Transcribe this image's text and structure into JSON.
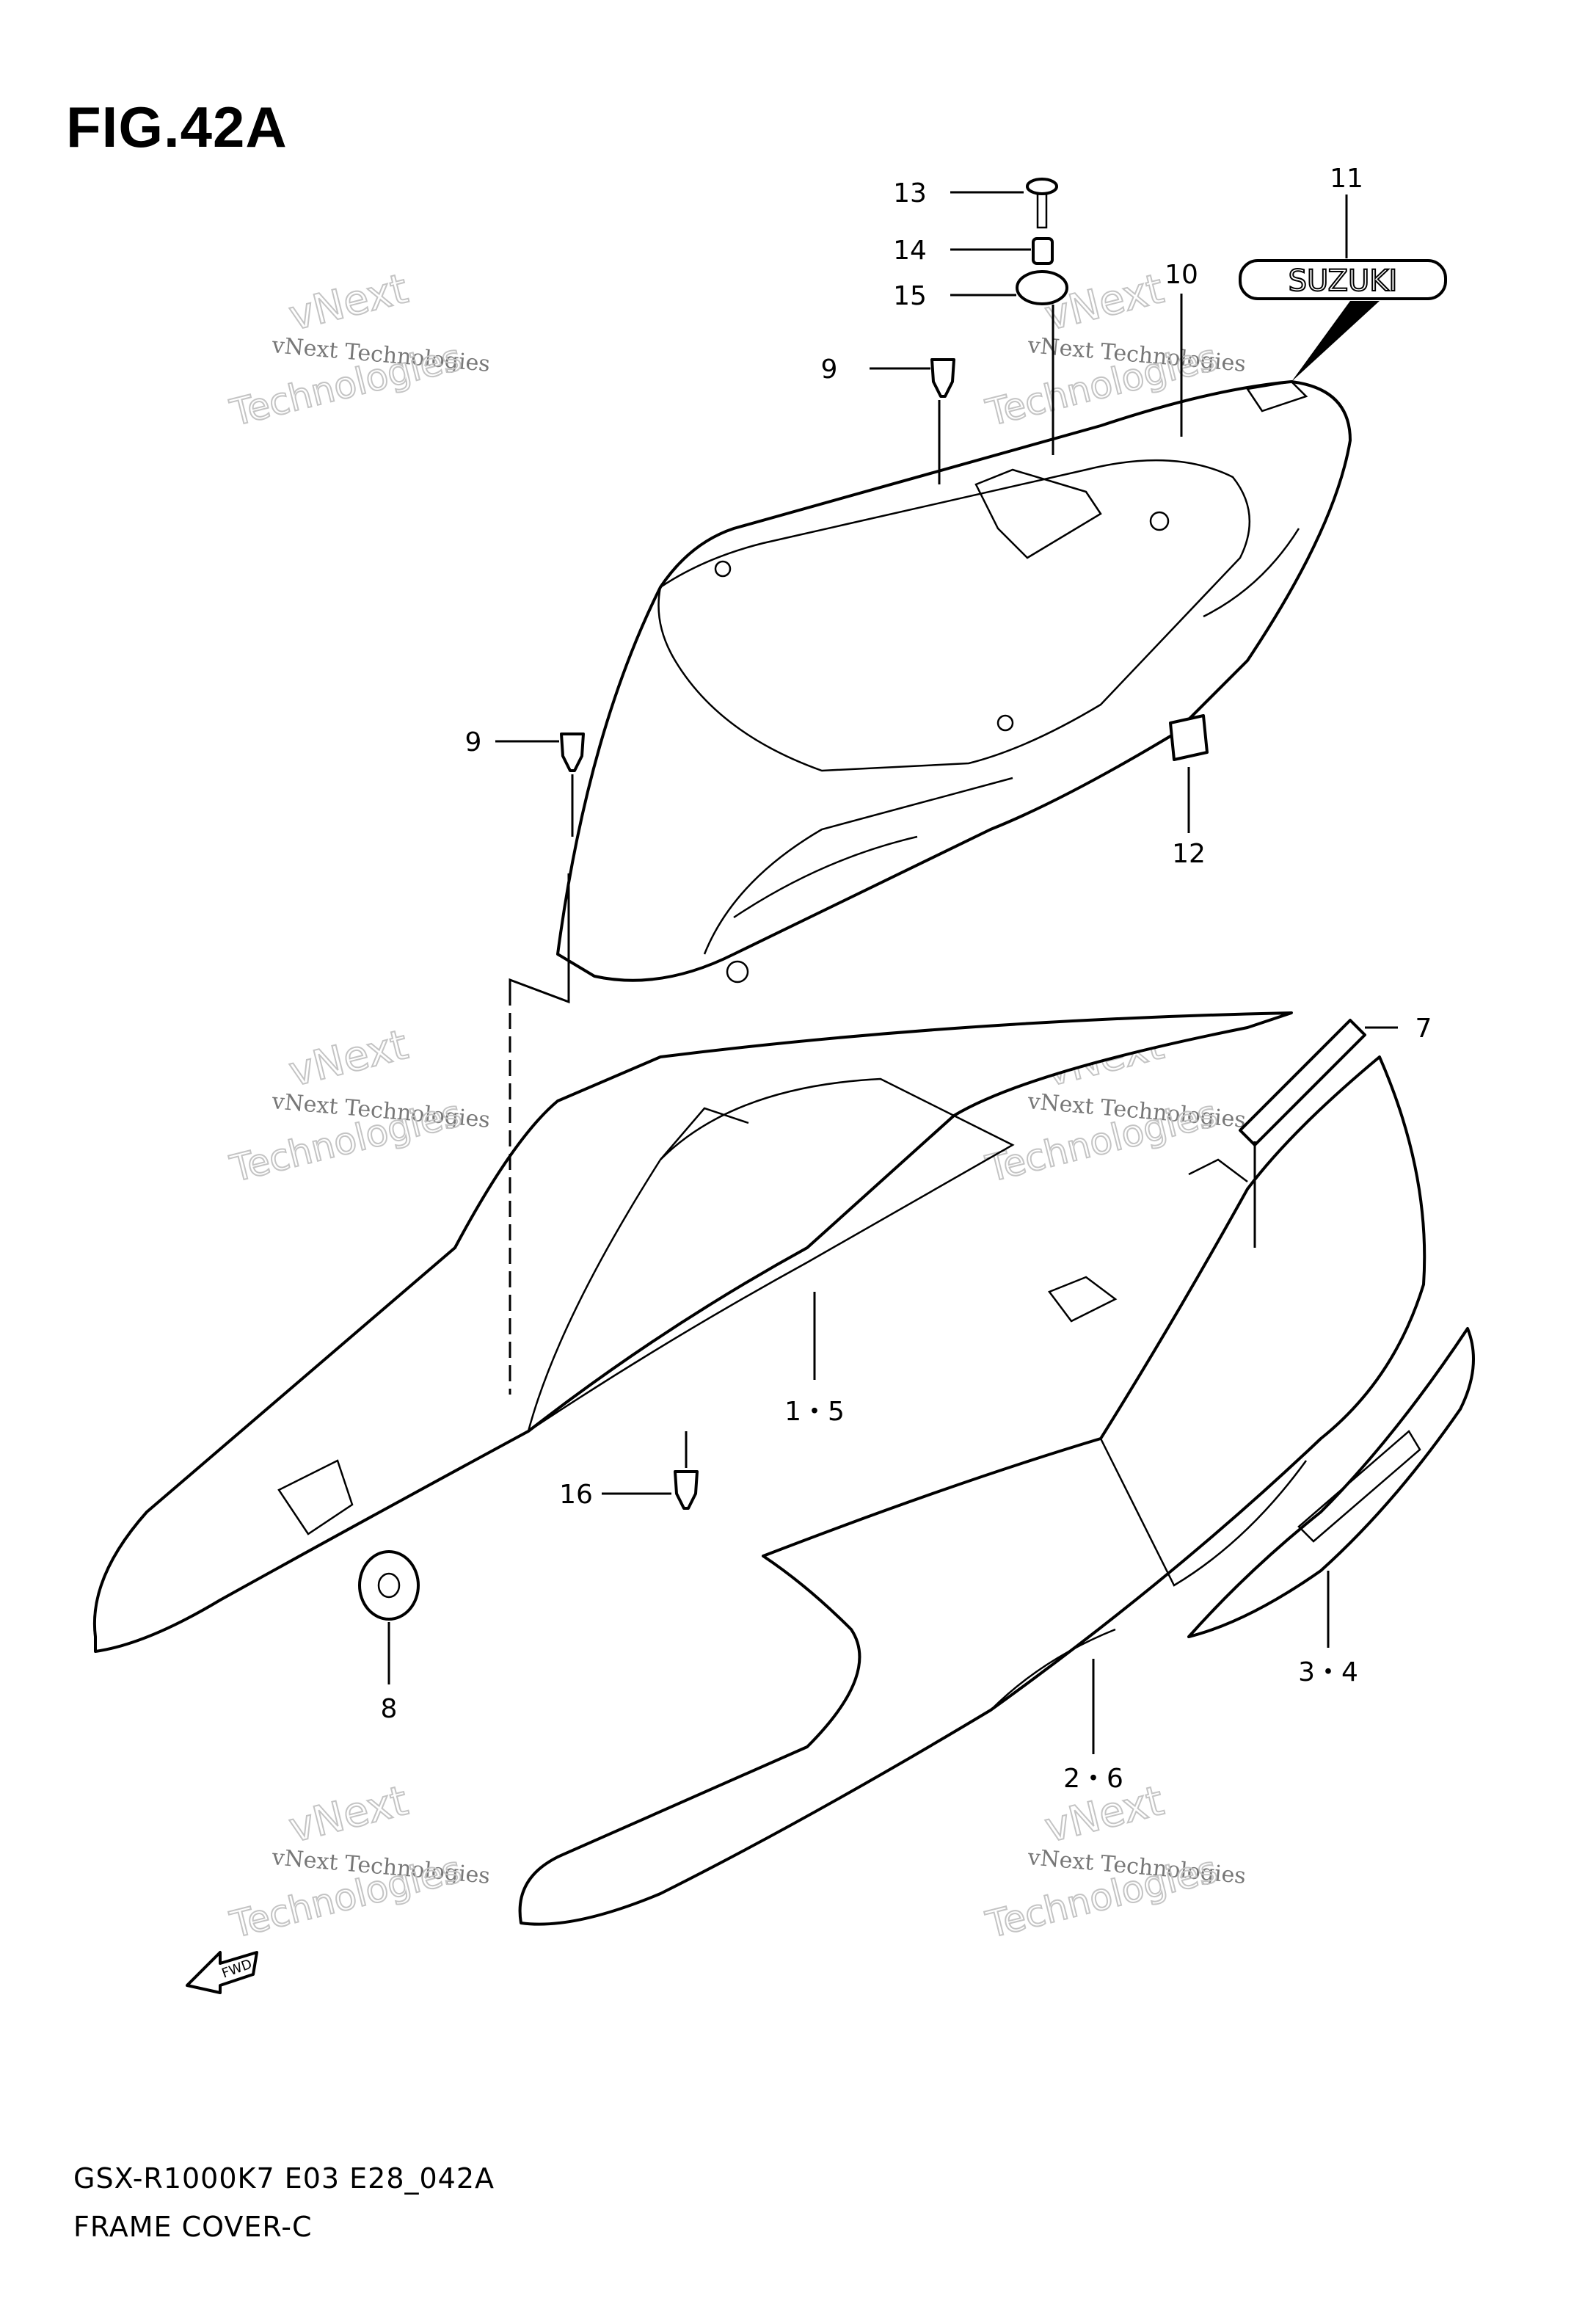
{
  "figure": {
    "title": "FIG.42A",
    "model_code": "GSX-R1000K7 E03 E28_042A",
    "section_name": "FRAME COVER-C"
  },
  "callouts": [
    "1・5",
    "2・6",
    "3・4",
    "7",
    "8",
    "9",
    "9",
    "10",
    "11",
    "12",
    "13",
    "14",
    "15",
    "16"
  ],
  "emblem_text": "SUZUKI",
  "direction_marker": "FWD",
  "watermark": {
    "line1": "vNext Technologies",
    "line2": "vNext",
    "line3": "Technologies"
  }
}
